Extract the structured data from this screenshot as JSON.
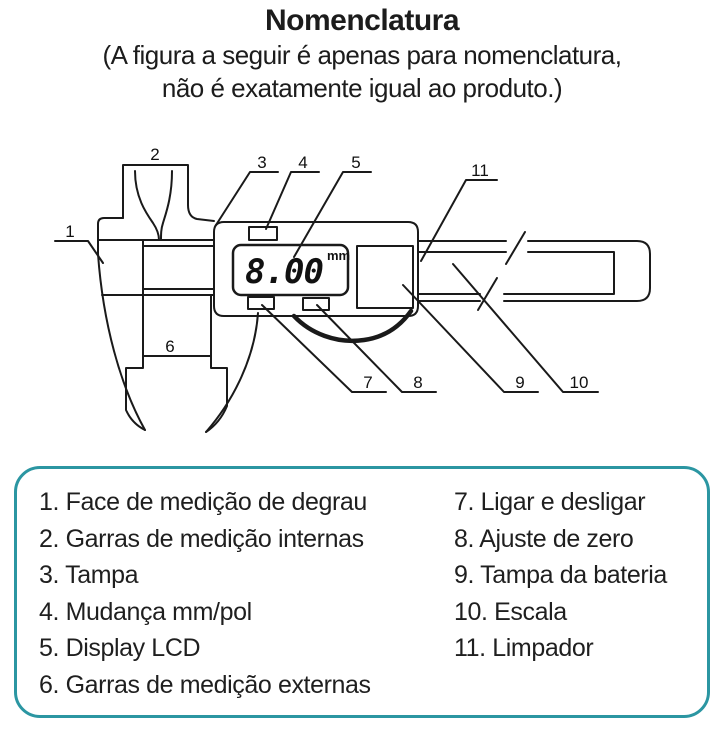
{
  "header": {
    "title": "Nomenclatura",
    "subtitle_line1": "(A figura a seguir é apenas para nomenclatura,",
    "subtitle_line2": "não é exatamente igual ao produto.)"
  },
  "diagram": {
    "lcd_value": "8.00",
    "lcd_unit": "mm",
    "callouts": [
      "1",
      "2",
      "3",
      "4",
      "5",
      "6",
      "7",
      "8",
      "9",
      "10",
      "11"
    ]
  },
  "legend": {
    "border_color": "#2b96a2",
    "left_items": [
      "1. Face de medição de degrau",
      "2. Garras de medição internas",
      "3. Tampa",
      "4. Mudança mm/pol",
      "5. Display LCD",
      "6. Garras de medição externas"
    ],
    "right_items": [
      "7. Ligar e desligar",
      "8. Ajuste de zero",
      "9. Tampa da bateria",
      "10. Escala",
      "11. Limpador"
    ]
  },
  "colors": {
    "ink": "#1a1a1a",
    "accent_teal": "#2b96a2"
  }
}
